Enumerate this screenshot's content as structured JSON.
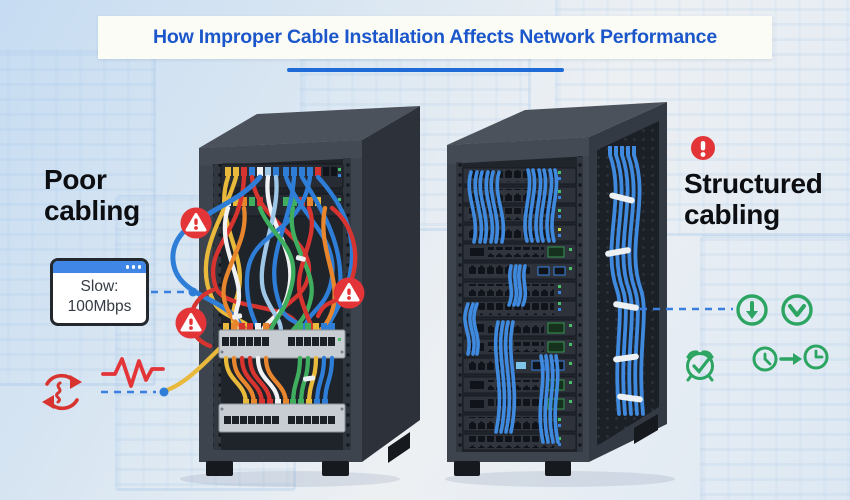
{
  "title": {
    "text": "How Improper Cable Installation Affects Network Performance"
  },
  "left_section": {
    "label": "Poor cabling",
    "speed_box": {
      "line1": "Slow:",
      "line2": "100Mbps"
    },
    "icons": [
      "warning-triangle-icon",
      "warning-triangle-icon",
      "warning-triangle-icon",
      "sync-error-icon",
      "signal-jitter-icon"
    ]
  },
  "right_section": {
    "label": "Structured cabling",
    "icons": [
      "alert-icon",
      "download-speed-icon",
      "scroll-down-icon",
      "alarm-clock-check-icon",
      "clock-before-icon",
      "clock-after-icon"
    ]
  },
  "colors": {
    "title_blue": "#1b57cb",
    "underline_blue": "#1e6bd8",
    "connector_blue": "#3b7fe0",
    "alert_red": "#e33538",
    "success_green": "#2da562",
    "rack_body": "#3e444e",
    "cable_palette": [
      "#2e7ed8",
      "#d8342f",
      "#e9b93c",
      "#3fae5e",
      "#f1f2f4",
      "#e8862e"
    ]
  }
}
